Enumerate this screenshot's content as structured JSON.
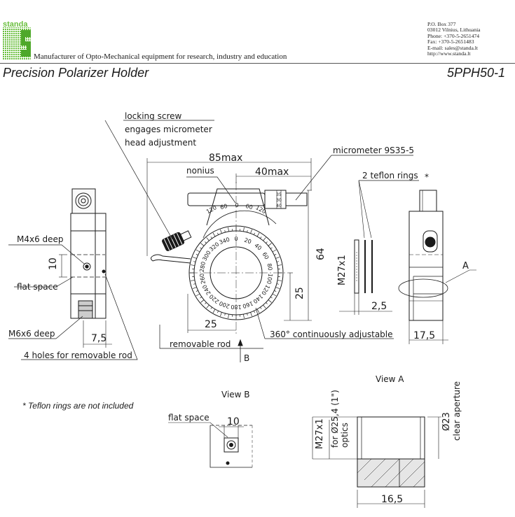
{
  "header": {
    "brand": "standa",
    "tagline": "Manufacturer of Opto-Mechanical equipment for research, industry and education",
    "address_lines": [
      "P.O. Box 377",
      "03012 Vilnius, Lithuania",
      "Phone: +370-5-2651474",
      "Fax: +370-5-2651483",
      "E-mail: sales@standa.lt",
      "http://www.standa.lt"
    ],
    "title": "Precision Polarizer Holder",
    "model": "5PPH50-1"
  },
  "callouts": {
    "locking_screw": [
      "locking screw",
      "engages micrometer",
      "head adjustment"
    ],
    "nonius": "nonius",
    "micrometer": "micrometer 9S35-5",
    "teflon": "2 teflon rings",
    "teflon_star": "*",
    "m4": "M4x6 deep",
    "flat_space": "flat space",
    "m6": "M6x6 deep",
    "removable_rod": "removable rod",
    "holes": "4 holes for removable rod",
    "continuous": "360° continuously adjustable",
    "view_a_mark": "A",
    "view_b_mark": "B"
  },
  "dimensions": {
    "width_max": "85max",
    "right_max": "40max",
    "height": "64",
    "center_height": "25",
    "center_offset": "25",
    "side_10": "10",
    "side_7_5": "7,5",
    "ring_thread": "M27x1",
    "ring_2_5": "2,5",
    "right_17_5": "17,5"
  },
  "dial": {
    "top_scale": [
      "120",
      "60",
      "0",
      "60",
      "120"
    ],
    "ring_labels": [
      "340",
      "0",
      "20",
      "40",
      "60",
      "80",
      "100",
      "120",
      "140",
      "160",
      "180",
      "200",
      "220",
      "240",
      "260",
      "280",
      "300",
      "320"
    ]
  },
  "micrometer_scale": [
    "35",
    "30",
    "40"
  ],
  "view_b": {
    "label": "View B",
    "flat_space": "flat space",
    "dim": "10"
  },
  "view_a": {
    "label": "View A",
    "thread": "M27x1",
    "optics": [
      "for Ø25,4 (1\")",
      "optics"
    ],
    "aperture": [
      "Ø23",
      "clear aperture"
    ],
    "width": "16,5"
  },
  "footnote": "* Teflon rings are not included"
}
